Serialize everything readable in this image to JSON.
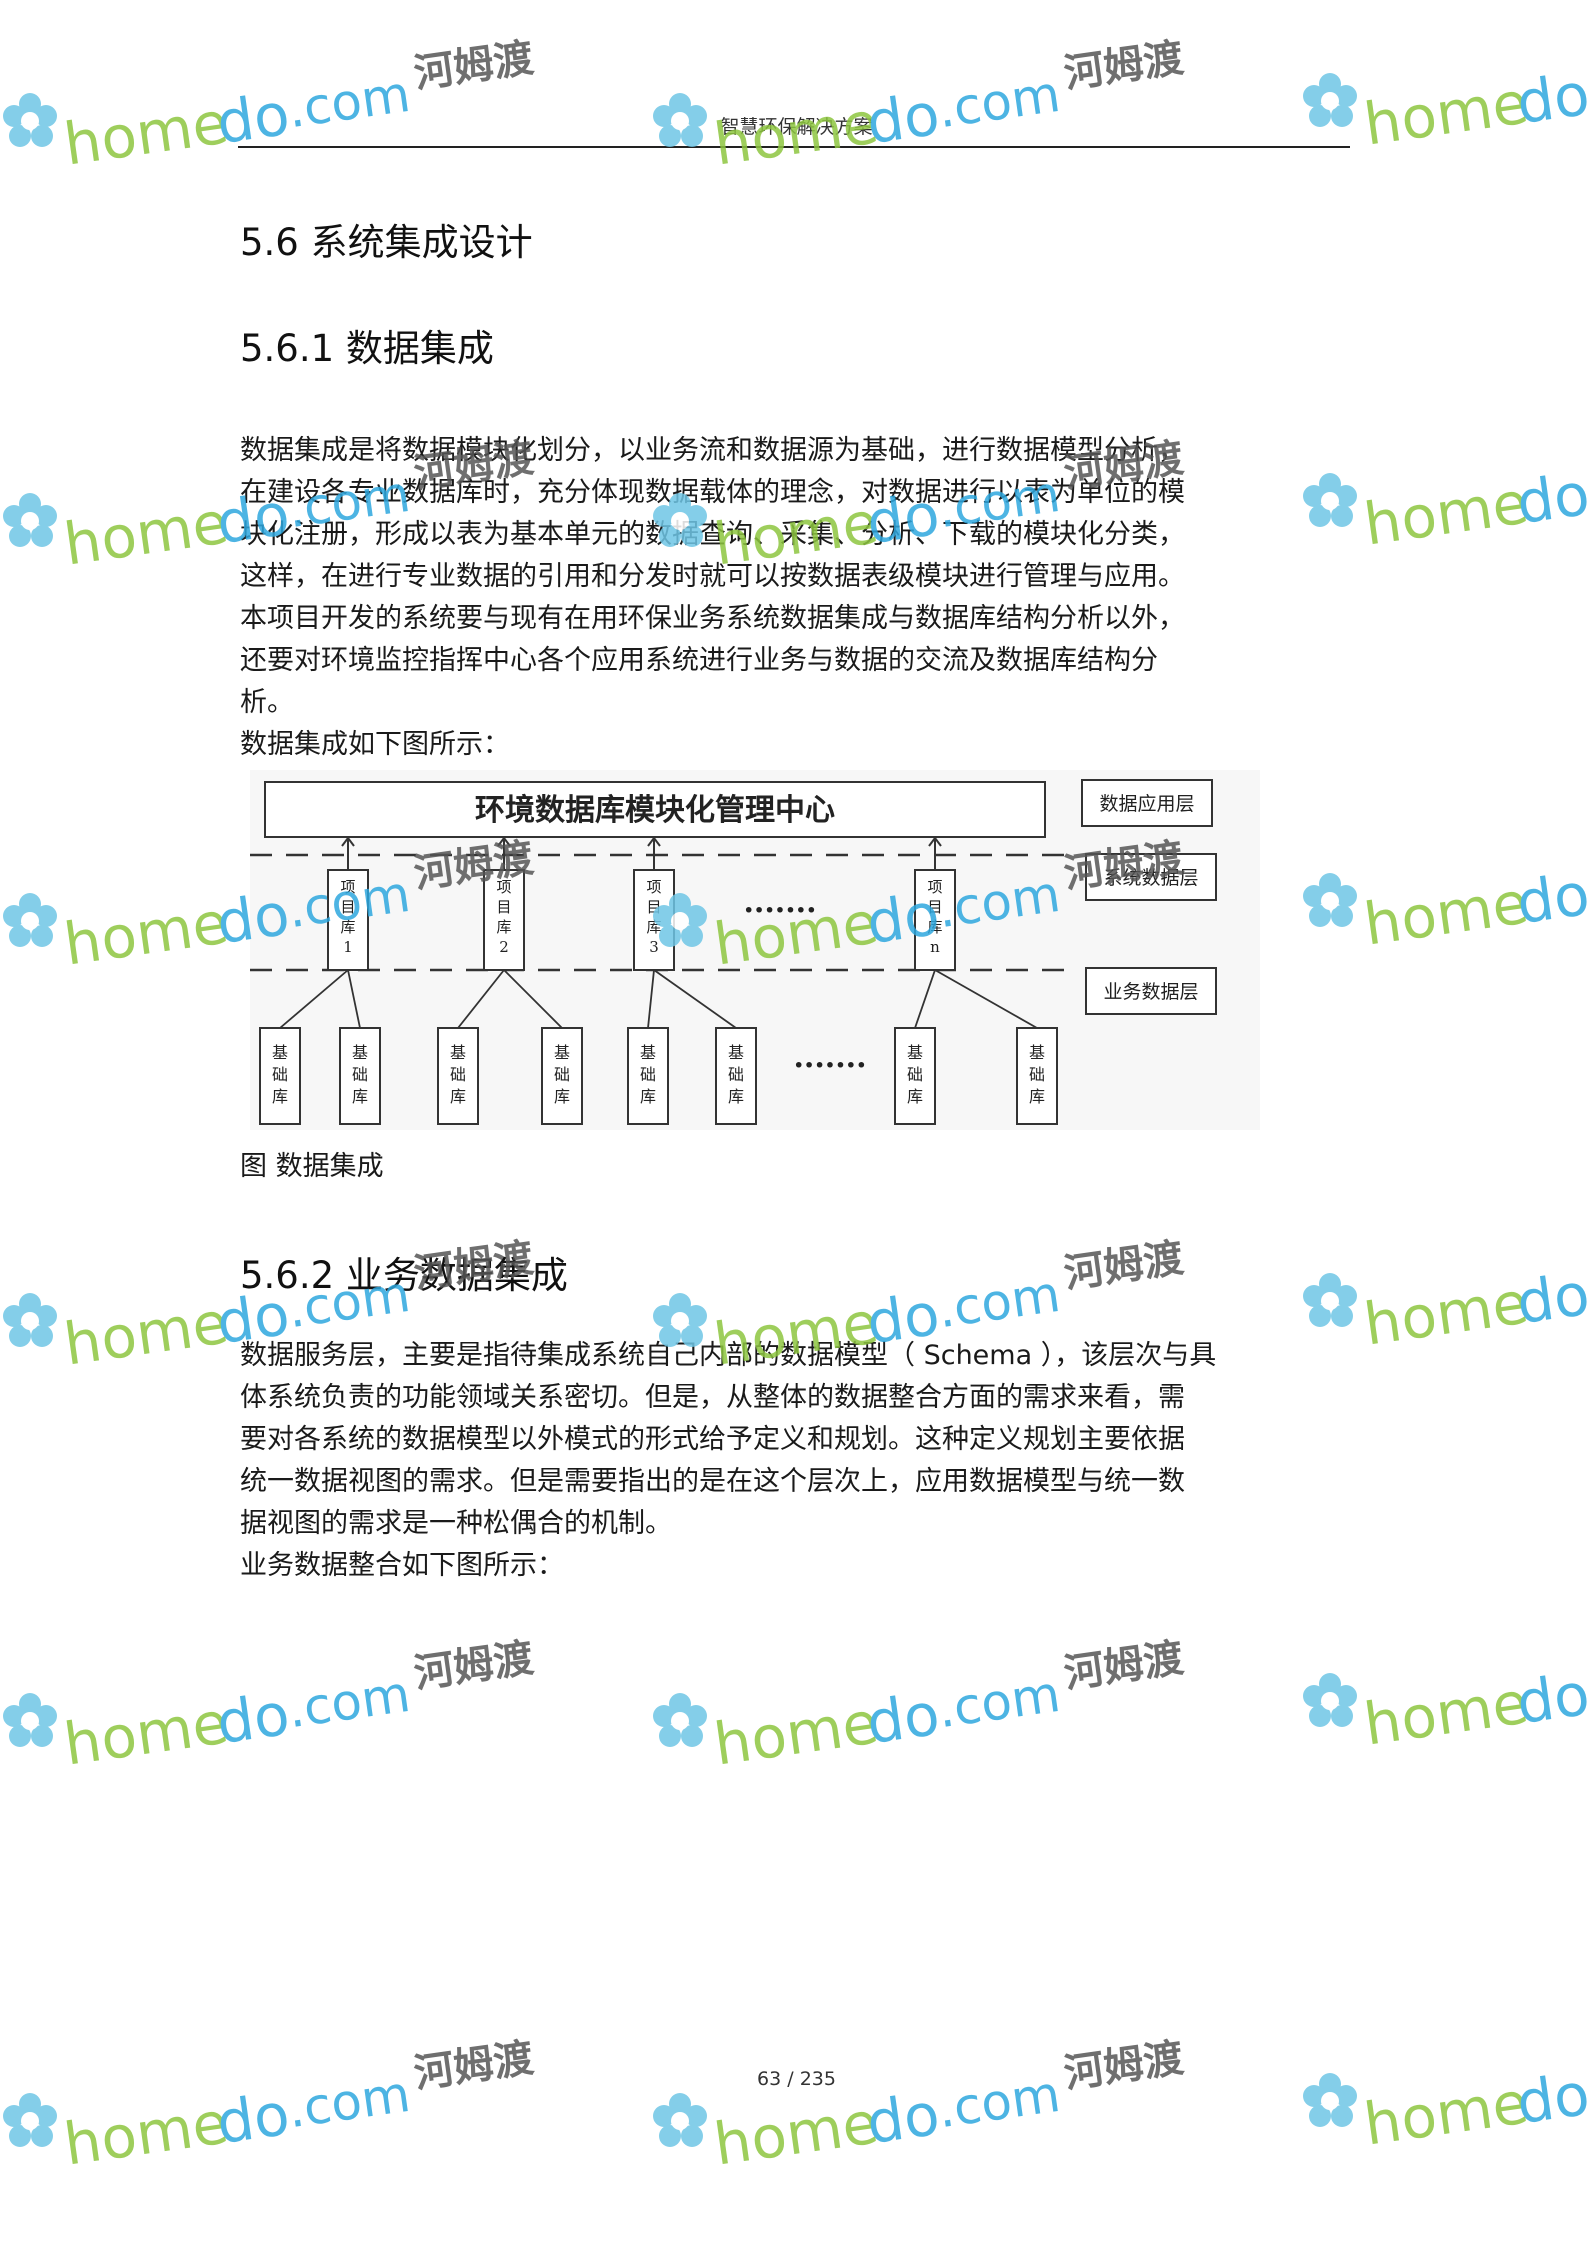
{
  "header": {
    "title": "智慧环保解决方案"
  },
  "section": {
    "heading": "5.6 系统集成设计",
    "sub1": {
      "heading": "5.6.1 数据集成",
      "paragraph_lines": [
        "数据集成是将数据模块化划分，以业务流和数据源为基础，进行数据模型分析，",
        "在建设各专业数据库时，充分体现数据载体的理念，对数据进行以表为单位的模",
        "块化注册，形成以表为基本单元的数据查询、采集、分析、下载的模块化分类，",
        "这样，在进行专业数据的引用和分发时就可以按数据表级模块进行管理与应用。",
        "本项目开发的系统要与现有在用环保业务系统数据集成与数据库结构分析以外，",
        "还要对环境监控指挥中心各个应用系统进行业务与数据的交流及数据库结构分",
        "析。",
        "数据集成如下图所示："
      ],
      "figure": {
        "top_box": "环境数据库模块化管理中心",
        "layer_labels": [
          "数据应用层",
          "系统数据层",
          "业务数据层"
        ],
        "project_dbs": [
          {
            "chars": [
              "项",
              "目",
              "库",
              "1"
            ]
          },
          {
            "chars": [
              "项",
              "目",
              "库",
              "2"
            ]
          },
          {
            "chars": [
              "项",
              "目",
              "库",
              "3"
            ]
          },
          {
            "chars": [
              "项",
              "目",
              "库",
              "n"
            ]
          }
        ],
        "ellipsis": "·······",
        "base_db_chars": [
          "基",
          "础",
          "库"
        ],
        "caption": "图  数据集成"
      }
    },
    "sub2": {
      "heading": "5.6.2 业务数据集成",
      "paragraph_lines": [
        "数据服务层，主要是指待集成系统自己内部的数据模型（      Schema ），该层次与具",
        "体系统负责的功能领域关系密切。但是，从整体的数据整合方面的需求来看，需",
        "要对各系统的数据模型以外模式的形式给予定义和规划。这种定义规划主要依据",
        "统一数据视图的需求。但是需要指出的是在这个层次上，应用数据模型与统一数",
        "据视图的需求是一种松偶合的机制。",
        "业务数据整合如下图所示："
      ]
    }
  },
  "footer": {
    "page_number": "63 /   235"
  },
  "watermark": {
    "brand_home": "home",
    "brand_do": "do",
    "brand_com": ".com",
    "brand_cn": "河姆渡"
  }
}
